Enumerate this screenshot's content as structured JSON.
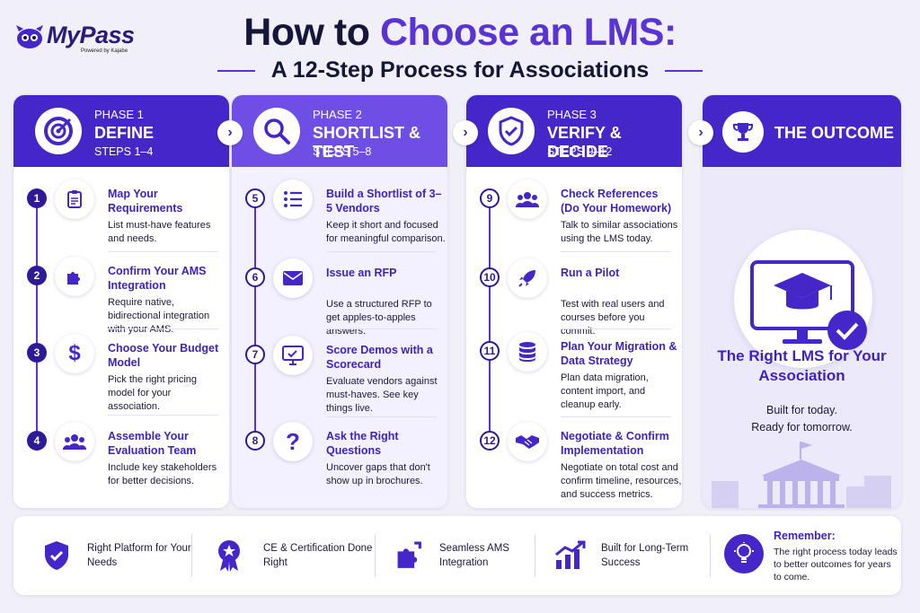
{
  "brand": {
    "name": "MyPass",
    "tagline": "Powered by Kajabe",
    "accent": "#5a33d6",
    "dark": "#4526c9"
  },
  "header": {
    "title_part1": "How to ",
    "title_part2": "Choose an LMS:",
    "subtitle": "A 12-Step Process for Associations"
  },
  "phases": [
    {
      "label": "PHASE 1",
      "name": "DEFINE",
      "steps": "STEPS 1–4",
      "icon": "target-icon",
      "items": [
        {
          "num": "1",
          "icon": "clipboard-icon",
          "title": "Map Your Requirements",
          "desc": "List must-have features and needs."
        },
        {
          "num": "2",
          "icon": "puzzle-icon",
          "title": "Confirm Your AMS Integration",
          "desc": "Require native, bidirectional integration with your AMS."
        },
        {
          "num": "3",
          "icon": "dollar-icon",
          "title": "Choose Your Budget Model",
          "desc": "Pick the right pricing model for your association."
        },
        {
          "num": "4",
          "icon": "team-icon",
          "title": "Assemble Your Evaluation Team",
          "desc": "Include key stakeholders for better decisions."
        }
      ]
    },
    {
      "label": "PHASE 2",
      "name": "SHORTLIST & TEST",
      "steps": "STEPS 5–8",
      "icon": "search-icon",
      "items": [
        {
          "num": "5",
          "icon": "list-icon",
          "title": "Build a Shortlist of 3–5 Vendors",
          "desc": "Keep it short and focused for meaningful comparison."
        },
        {
          "num": "6",
          "icon": "mail-icon",
          "title": "Issue an RFP",
          "desc": "Use a structured RFP to get apples-to-apples answers."
        },
        {
          "num": "7",
          "icon": "monitor-check-icon",
          "title": "Score Demos with a Scorecard",
          "desc": "Evaluate vendors against must-haves. See key things live."
        },
        {
          "num": "8",
          "icon": "question-icon",
          "title": "Ask the Right Questions",
          "desc": "Uncover gaps that don't show up in brochures."
        }
      ]
    },
    {
      "label": "PHASE 3",
      "name": "VERIFY & DECIDE",
      "steps": "STEPS 9–12",
      "icon": "shield-check-icon",
      "items": [
        {
          "num": "9",
          "icon": "people-icon",
          "title": "Check References (Do Your Homework)",
          "desc": "Talk to similar associations using the LMS today."
        },
        {
          "num": "10",
          "icon": "rocket-icon",
          "title": "Run a Pilot",
          "desc": "Test with real users and courses before you commit."
        },
        {
          "num": "11",
          "icon": "database-icon",
          "title": "Plan Your Migration & Data Strategy",
          "desc": "Plan data migration, content import, and cleanup early."
        },
        {
          "num": "12",
          "icon": "handshake-icon",
          "title": "Negotiate & Confirm Implementation",
          "desc": "Negotiate on total cost and confirm timeline, resources, and success metrics."
        }
      ]
    }
  ],
  "outcome": {
    "header": "THE OUTCOME",
    "icon": "trophy-icon",
    "title": "The Right LMS for Your Association",
    "sub_line1": "Built for today.",
    "sub_line2": "Ready for tomorrow."
  },
  "footer": {
    "items": [
      {
        "icon": "shield-check-icon",
        "text": "Right Platform for Your Needs"
      },
      {
        "icon": "badge-star-icon",
        "text": "CE & Certification Done Right"
      },
      {
        "icon": "puzzle-icon",
        "text": "Seamless AMS Integration"
      },
      {
        "icon": "growth-chart-icon",
        "text": "Built for Long-Term Success"
      }
    ],
    "remember_title": "Remember:",
    "remember_text": "The right process today leads to better outcomes for years to come."
  }
}
